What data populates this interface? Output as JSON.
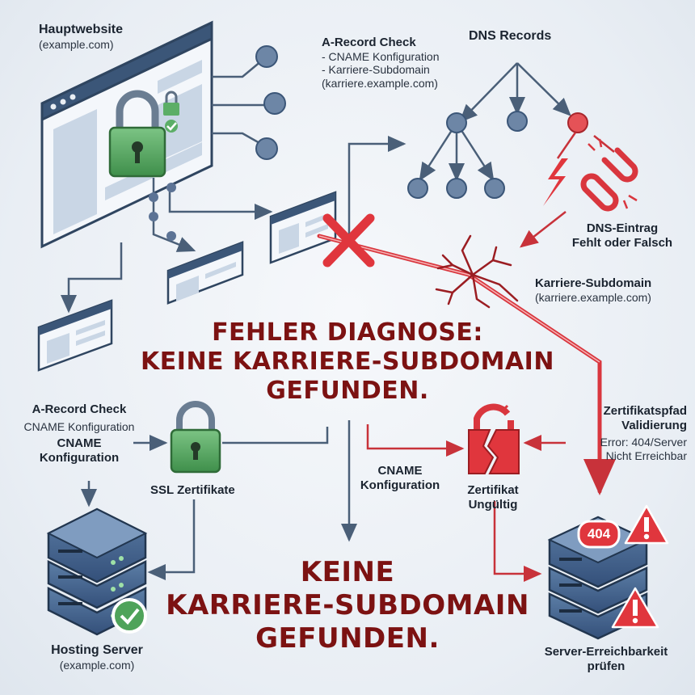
{
  "main_website": {
    "title": "Hauptwebsite",
    "domain": "(example.com)"
  },
  "a_record_top": {
    "title": "A-Record Check",
    "items": [
      "- CNAME Konfiguration",
      "- Karriere-Subdomain",
      "(karriere.example.com)"
    ]
  },
  "dns_records": {
    "title": "DNS Records"
  },
  "dns_entry": {
    "line1": "DNS-Eintrag",
    "line2": "Fehlt oder Falsch"
  },
  "career_subdomain": {
    "title": "Karriere-Subdomain",
    "domain": "(karriere.example.com)"
  },
  "headline_main": [
    "FEHLER DIAGNOSE:",
    "KEINE KARRIERE-SUBDOMAIN",
    "GEFUNDEN."
  ],
  "headline_bottom": [
    "KEINE",
    "KARRIERE-SUBDOMAIN",
    "GEFUNDEN."
  ],
  "a_record_left": {
    "title": "A-Record Check",
    "sub": "CNAME Konfiguration",
    "cname_line1": "CNAME",
    "cname_line2": "Konfiguration"
  },
  "ssl": {
    "label": "SSL Zertifikate"
  },
  "cname_center": {
    "line1": "CNAME",
    "line2": "Konfiguration"
  },
  "cert_invalid": {
    "line1": "Zertifikat",
    "line2": "Ungültig"
  },
  "cert_path": {
    "line1": "Zertifikatspfad",
    "line2": "Validierung",
    "err1": "Error: 404/Server",
    "err2": "Nicht Erreichbar"
  },
  "server_error_badge": "404",
  "hosting_server": {
    "title": "Hosting Server",
    "domain": "(example.com)"
  },
  "server_check": {
    "line1": "Server-Erreichbarkeit",
    "line2": "prüfen"
  },
  "colors": {
    "accent_red": "#d9363e",
    "dark_red": "#7c1212",
    "line_blue": "#4a5f78",
    "green": "#4fa35a"
  }
}
